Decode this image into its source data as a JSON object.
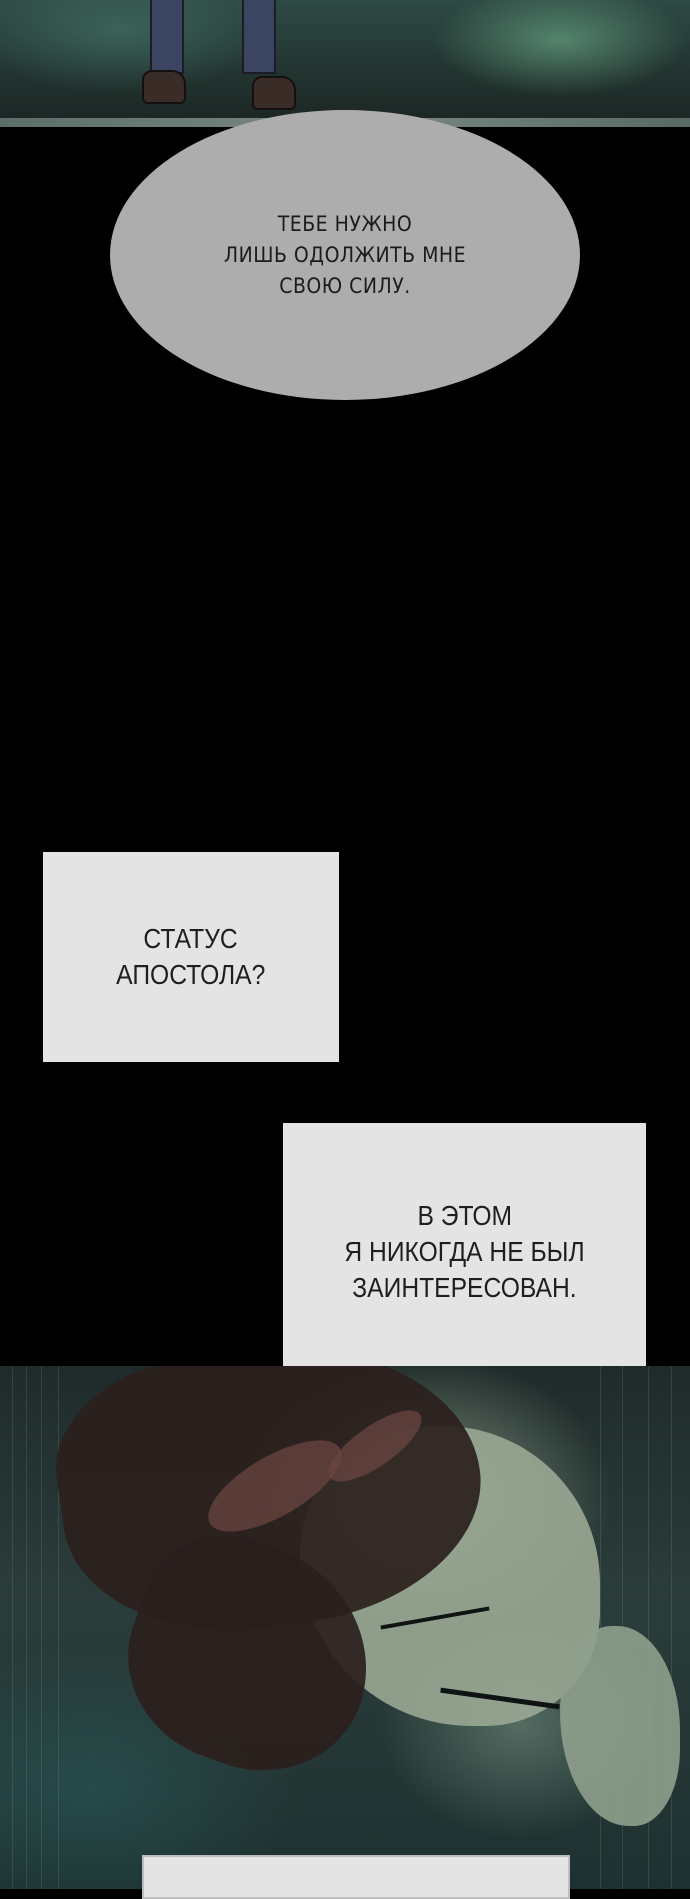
{
  "speech_bubble": {
    "lines": [
      "ТЕБЕ НУЖНО",
      "ЛИШЬ ОДОЛЖИТЬ МНЕ",
      "СВОЮ СИЛУ."
    ]
  },
  "caption_1": {
    "lines": [
      "СТАТУС",
      "АПОСТОЛА?"
    ]
  },
  "caption_2": {
    "lines": [
      "В ЭТОМ",
      "Я НИКОГДА НЕ БЫЛ",
      "ЗАИНТЕРЕСОВАН."
    ]
  },
  "colors": {
    "background": "#000000",
    "bubble": "#adadad",
    "caption_box": "#e4e4e4",
    "text": "#1f1f1f"
  }
}
